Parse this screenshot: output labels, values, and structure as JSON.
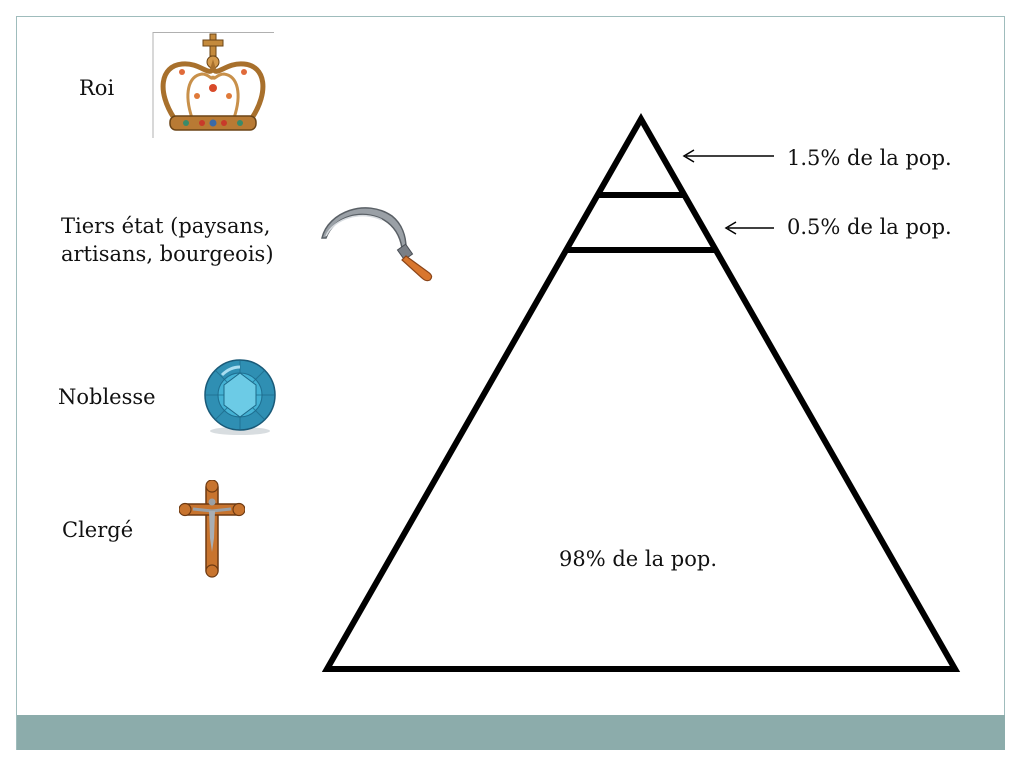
{
  "legend": {
    "roi": {
      "label": "Roi",
      "icon": "crown-icon"
    },
    "tiers_etat": {
      "line1": "Tiers état (paysans,",
      "line2": "artisans, bourgeois)",
      "icon": "sickle-icon"
    },
    "noblesse": {
      "label": "Noblesse",
      "icon": "gem-icon"
    },
    "clerge": {
      "label": "Clergé",
      "icon": "crucifix-icon"
    }
  },
  "pyramid": {
    "top_note": "1.5% de la pop.",
    "middle_note": "0.5% de la pop.",
    "bottom_note": "98% de la pop."
  },
  "colors": {
    "frame_border": "#9fbcbc",
    "footer_band": "#8cacab",
    "pyramid_stroke": "#000000"
  }
}
